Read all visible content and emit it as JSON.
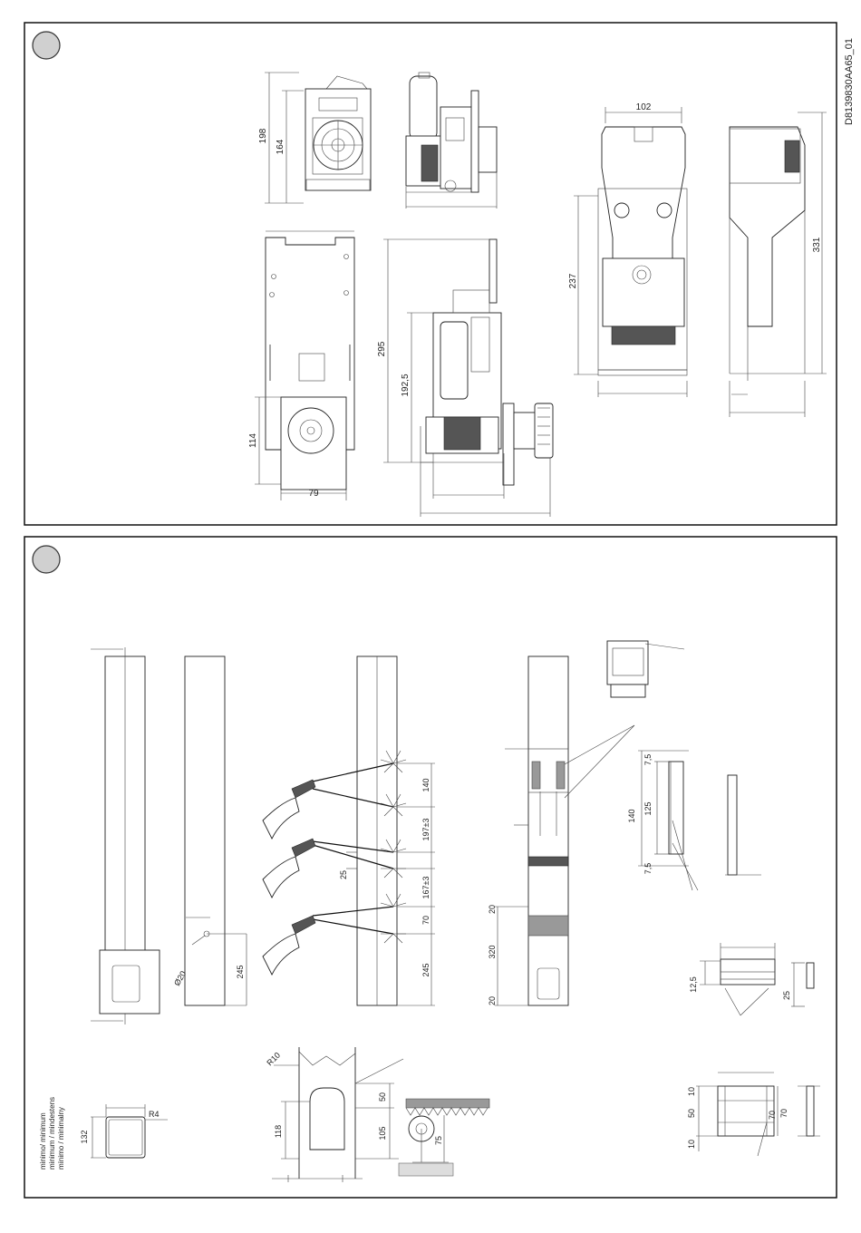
{
  "document_code": "D8139830AA65_01",
  "panel_a": {
    "dims": {
      "h198": "198",
      "h164": "164",
      "w102": "102",
      "h237": "237",
      "h331": "331",
      "h295": "295",
      "h192": "192,5",
      "h114": "114",
      "w79": "79"
    }
  },
  "panel_b": {
    "dims": {
      "d140a": "140",
      "d197": "197±3",
      "d25a": "25",
      "d167": "167±3",
      "d70a": "70",
      "d245a": "245",
      "d245b": "245",
      "phi20": "Ø20",
      "d20a": "20",
      "d320": "320",
      "d20b": "20",
      "d7_5a": "7,5",
      "d125": "125",
      "d140b": "140",
      "d7_5b": "7,5",
      "d12_5": "12,5",
      "d25b": "25",
      "d10a": "10",
      "d50a": "50",
      "d10b": "10",
      "d70b": "70",
      "d70c": "70",
      "r10": "R10",
      "d50b": "50",
      "d118": "118",
      "d105": "105",
      "d75": "75",
      "r4": "R4",
      "d132": "132"
    },
    "minimum_note": [
      "minimo/ minimum",
      "minimum / mindestens",
      "mínimo / minimalny"
    ]
  }
}
